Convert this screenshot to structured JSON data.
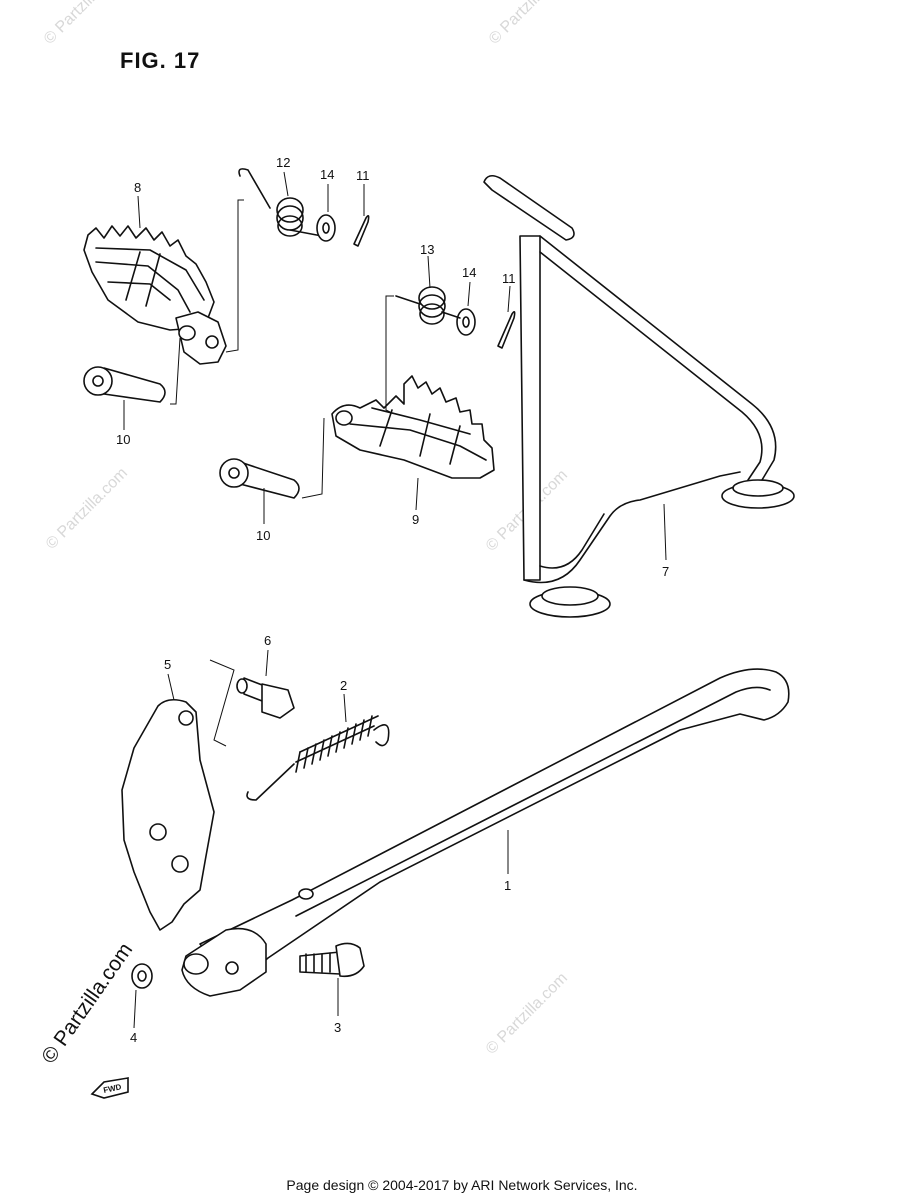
{
  "figure": {
    "title": "FIG. 17"
  },
  "parts": [
    {
      "number": "1",
      "label": "1"
    },
    {
      "number": "2",
      "label": "2"
    },
    {
      "number": "3",
      "label": "3"
    },
    {
      "number": "4",
      "label": "4"
    },
    {
      "number": "5",
      "label": "5"
    },
    {
      "number": "6",
      "label": "6"
    },
    {
      "number": "7",
      "label": "7"
    },
    {
      "number": "8",
      "label": "8"
    },
    {
      "number": "9",
      "label": "9"
    },
    {
      "number": "10",
      "label": "10"
    },
    {
      "number": "11",
      "label": "11"
    },
    {
      "number": "12",
      "label": "12"
    },
    {
      "number": "13",
      "label": "13"
    },
    {
      "number": "14",
      "label": "14"
    }
  ],
  "direction_tag": "FWD",
  "watermark": {
    "text": "© Partzilla.com"
  },
  "footer": {
    "text": "Page design © 2004-2017 by ARI Network Services, Inc."
  }
}
